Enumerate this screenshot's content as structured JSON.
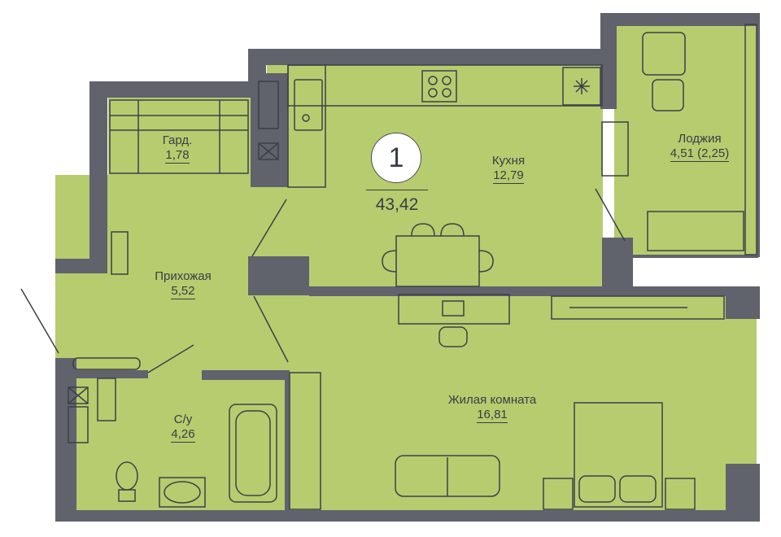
{
  "apartment": {
    "rooms_badge": "1",
    "total_area": "43,42"
  },
  "rooms": [
    {
      "id": "wardrobe",
      "name": "Гард.",
      "area": "1,78"
    },
    {
      "id": "kitchen",
      "name": "Кухня",
      "area": "12,79"
    },
    {
      "id": "loggia",
      "name": "Лоджия",
      "area": "4,51 (2,25)"
    },
    {
      "id": "hallway",
      "name": "Прихожая",
      "area": "5,52"
    },
    {
      "id": "bathroom",
      "name": "С/у",
      "area": "4,26"
    },
    {
      "id": "living",
      "name": "Жилая комната",
      "area": "16,81"
    }
  ],
  "colors": {
    "floor": "#b6cc6f",
    "wall": "#60626c",
    "line": "#3e4048",
    "badge": "#ffffff"
  }
}
